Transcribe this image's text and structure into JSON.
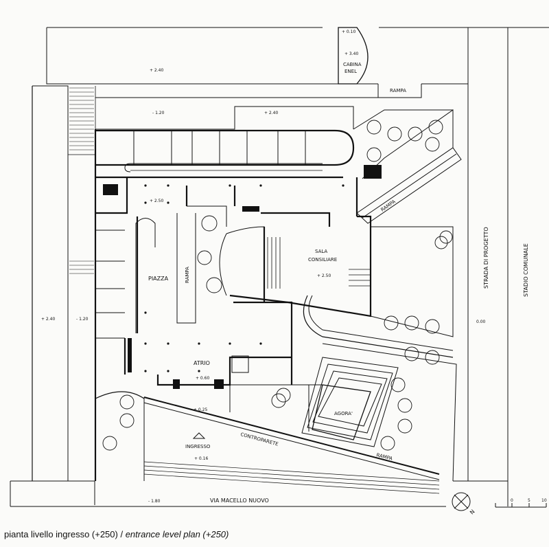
{
  "caption": {
    "it": "pianta livello ingresso (+250) / ",
    "en": "entrance level plan (+250)"
  },
  "labels": {
    "cabina": "CABINA",
    "enel": "ENEL",
    "rampa_top": "RAMPA",
    "rampa_diag": "RAMPA",
    "rampa_piazza": "RAMPA",
    "rampa_bottom": "RAMPA",
    "piazza": "PIAZZA",
    "atrio": "ATRIO",
    "sala": "SALA",
    "consiliare": "CONSILIARE",
    "agora": "AGORA'",
    "ingresso": "INGRESSO",
    "controparete": "CONTROPARETE",
    "via": "VIA MACELLO NUOVO",
    "strada": "STRADA DI PROGETTO",
    "stadio": "STADIO COMUNALE"
  },
  "levels": {
    "p010": "+ 0.10",
    "p340": "+ 3.40",
    "p240_top": "+ 2.40",
    "m120_top": "- 1.20",
    "p240_mid": "+ 2.40",
    "p250_main": "+ 2.50",
    "p250_sala": "+ 2.50",
    "p240_left": "+ 2.40",
    "m120_left": "- 1.20",
    "p060": "+ 0.60",
    "p025": "+ 0.25",
    "p016": "+ 0.16",
    "m180": "- 1.80",
    "z000": "0.00"
  },
  "scale": {
    "t0": "0",
    "t5": "5",
    "t10": "10"
  },
  "north": {
    "letter": "N"
  }
}
